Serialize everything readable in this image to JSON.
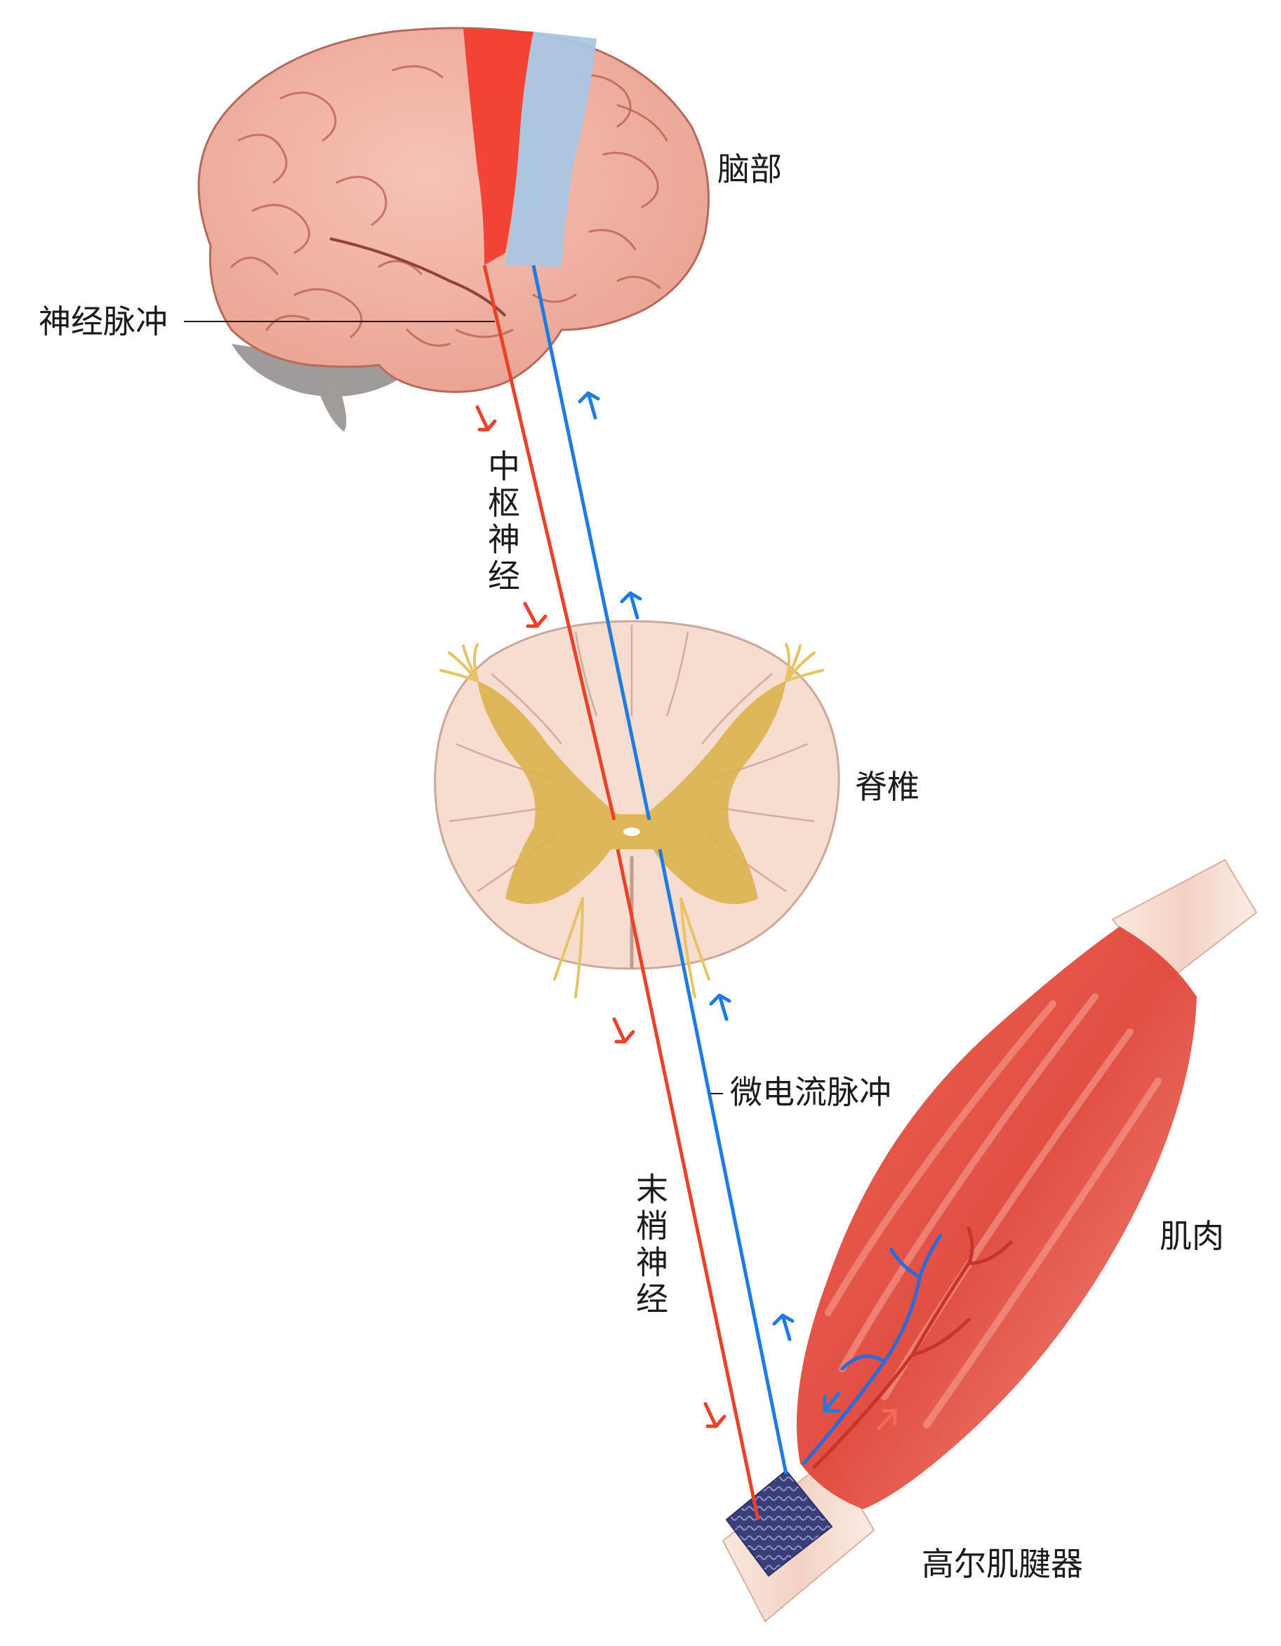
{
  "labels": {
    "brain": "脑部",
    "nerve_impulse": "神经脉冲",
    "central_nerve": "中枢神经",
    "spine": "脊椎",
    "microcurrent_pulse": "微电流脉冲",
    "peripheral_nerve": "末梢神经",
    "muscle": "肌肉",
    "golgi_tendon_organ": "高尔肌腱器"
  },
  "colors": {
    "efferent": "#e8432a",
    "afferent": "#1f7be0",
    "brain_tissue": "#f2b1a4",
    "motor_cortex": "#f2392b",
    "sensory_cortex": "#a9c6e2",
    "spinal_white": "#f7ddd0",
    "spinal_grey": "#d9b34c",
    "muscle": "#e0473a",
    "tendon": "#f5dcd0",
    "receptor": "#4a4f86"
  },
  "icons": {
    "down_arrow": "red-down-arrow-icon",
    "up_arrow": "blue-up-arrow-icon"
  }
}
